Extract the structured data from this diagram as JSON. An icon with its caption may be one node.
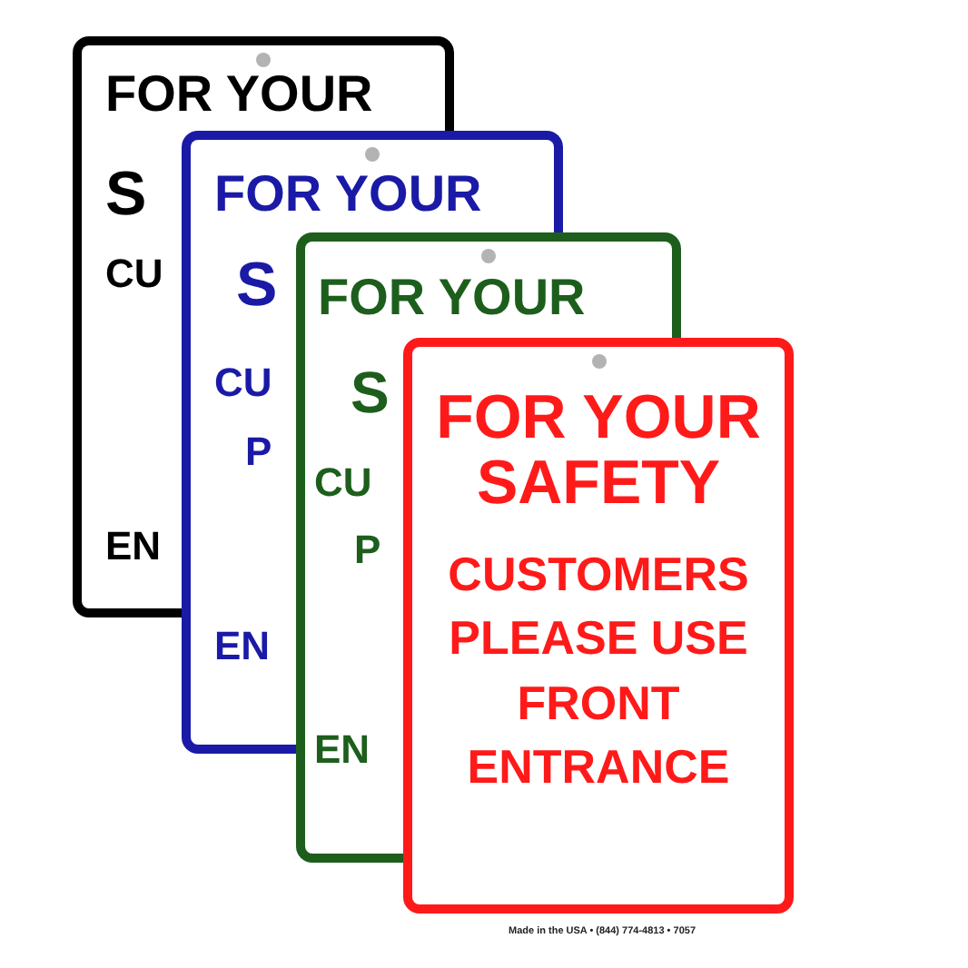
{
  "diagram": {
    "nodes": [
      {
        "text": [
          "FOR YOUR"
        ]
      },
      {
        "text": [
          "S",
          "CU",
          "EN"
        ]
      },
      {
        "text": [
          "FOR YOUR"
        ]
      },
      {
        "text": [
          "S",
          "CU",
          "P",
          "EN"
        ]
      },
      {
        "text": [
          "FOR YOUR"
        ]
      },
      {
        "text": [
          "S",
          "CU",
          "P",
          "EN"
        ]
      },
      {
        "text": [
          "FOR YOUR SAFETY",
          "CUSTOMERS PLEASE USE FRONT ENTRANCE"
        ]
      }
    ],
    "labels": [
      "Made in the USA • (844) 774-4813 • 7057"
    ]
  }
}
